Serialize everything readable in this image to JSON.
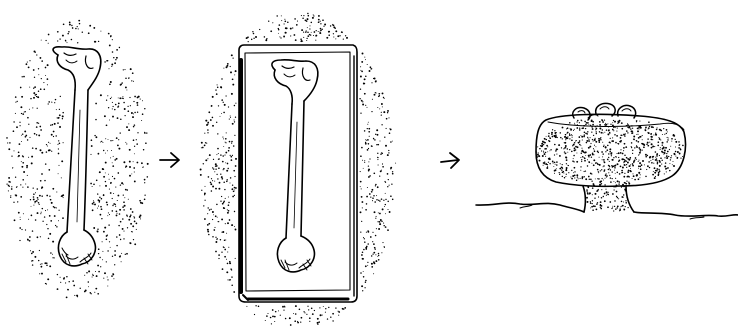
{
  "figure": {
    "panels": [
      {
        "id": "panel-1",
        "content": "bone-in-sediment"
      },
      {
        "id": "panel-2",
        "content": "bone-in-cut-block"
      },
      {
        "id": "panel-3",
        "content": "pedestaled-block-on-ground"
      }
    ],
    "arrows": [
      "arrow-right-icon",
      "arrow-right-icon"
    ],
    "ink_color": "#000000",
    "paper_color": "#ffffff"
  }
}
